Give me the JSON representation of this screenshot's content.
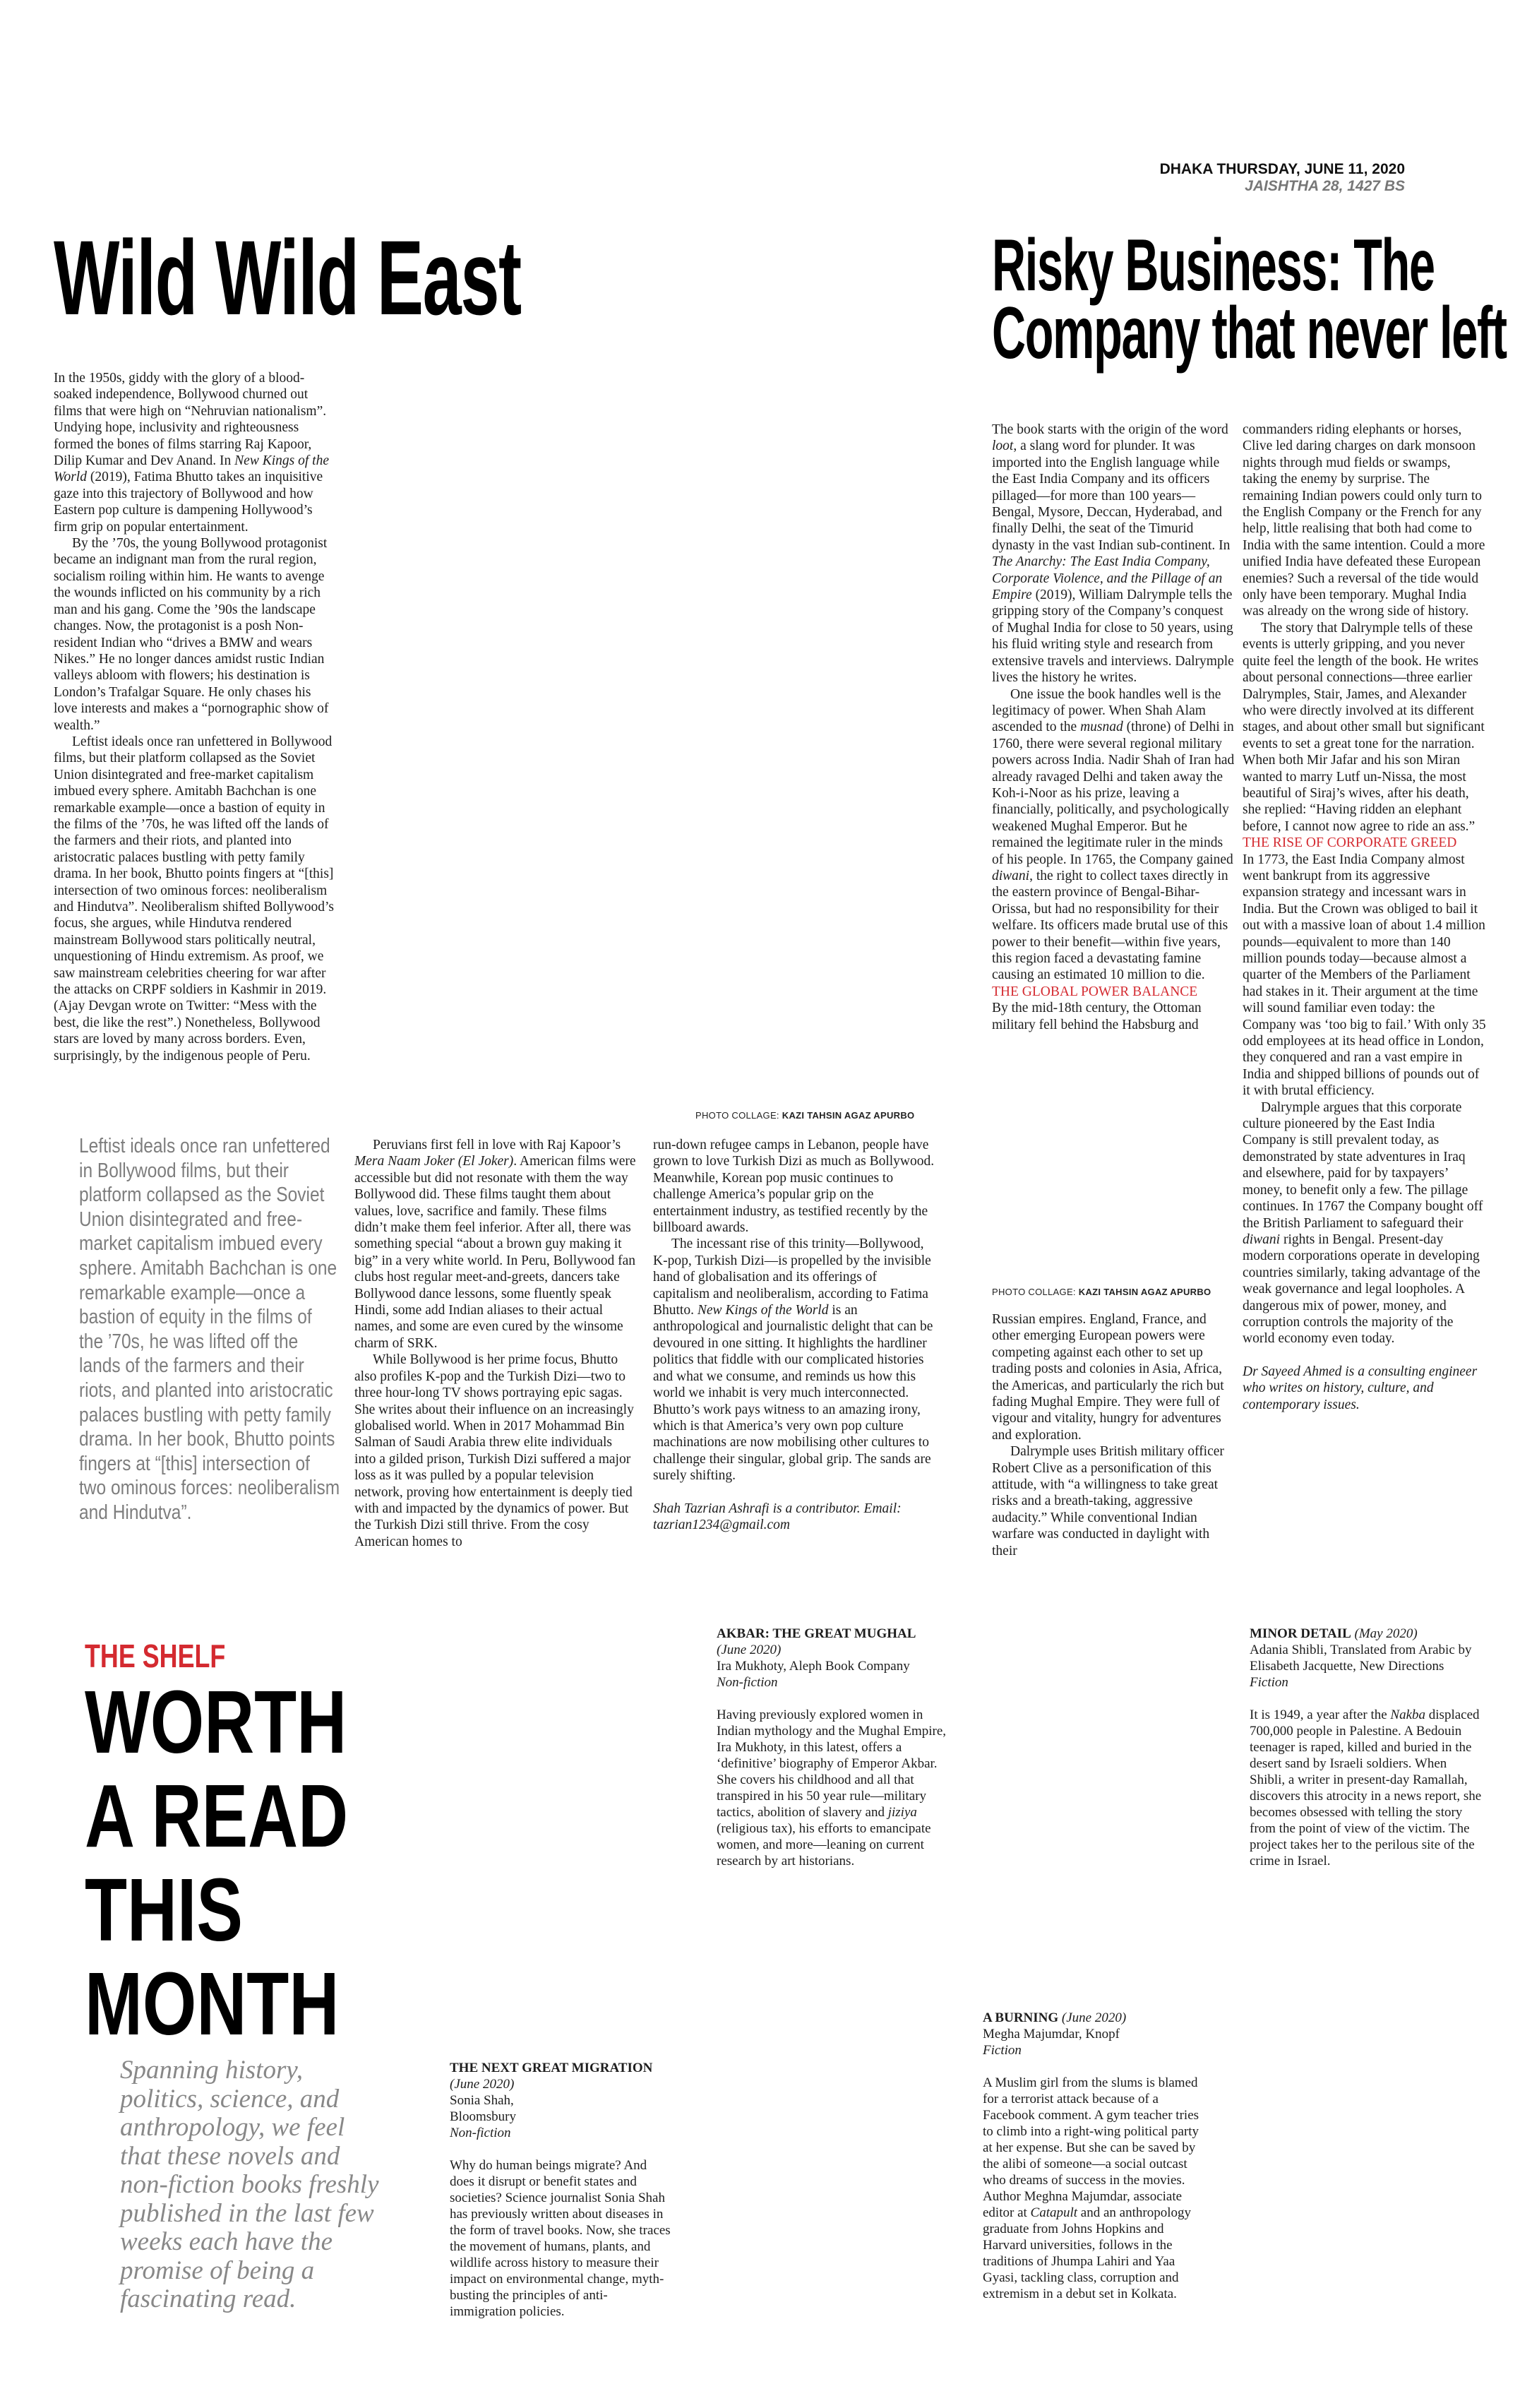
{
  "dateline": {
    "date": "DHAKA THURSDAY, JUNE 11, 2020",
    "bangla_date": "JAISHTHA 28, 1427 BS"
  },
  "article1": {
    "headline": "Wild Wild East",
    "column1": [
      "In the 1950s, giddy with the glory of a blood-soaked independence, Bollywood churned out films that were high on “Nehruvian nationalism”. Undying hope, inclusivity and righteousness formed the bones of films starring Raj Kapoor, Dilip Kumar and Dev Anand. In _New Kings of the World_ (2019), Fatima Bhutto takes an inquisitive gaze into this trajectory of Bollywood and how Eastern pop culture is dampening Hollywood’s firm grip on popular entertainment.",
      "By the ’70s, the young Bollywood protagonist became an indignant man from the rural region, socialism roiling within him. He wants to avenge the wounds inflicted on his community by a rich man and his gang. Come the ’90s the landscape changes. Now, the protagonist is a posh Non-resident Indian who “drives a BMW and wears Nikes.” He no longer dances amidst rustic Indian valleys abloom with flowers; his destination is London’s Trafalgar Square. He only chases his love interests and makes a “pornographic show of wealth.”",
      "Leftist ideals once ran unfettered in Bollywood films, but their platform collapsed as the Soviet Union disintegrated and free-market capitalism imbued every sphere. Amitabh Bachchan is one remarkable example—once a bastion of equity in the films of the ’70s, he was lifted off the lands of the farmers and their riots, and planted into aristocratic palaces bustling with petty family drama. In her book, Bhutto points fingers at “[this] intersection of two ominous forces: neoliberalism and Hindutva”. Neoliberalism shifted Bollywood’s focus, she argues, while Hindutva rendered mainstream Bollywood stars politically neutral, unquestioning of Hindu extremism. As proof, we saw mainstream celebrities cheering for war after the attacks on CRPF soldiers in Kashmir in 2019. (Ajay Devgan wrote on Twitter: “Mess with the best, die like the rest”.) Nonetheless, Bollywood stars are loved by many across borders. Even, surprisingly, by the indigenous people of Peru."
    ],
    "photo_credit_label": "PHOTO COLLAGE: ",
    "photo_credit_name": "KAZI TAHSIN AGAZ APURBO",
    "pull_quote": "Leftist ideals once ran unfettered in Bollywood films, but their platform collapsed as the Soviet Union disintegrated and free-market capitalism imbued every sphere. Amitabh Bachchan is one remarkable example—once a bastion of equity in the films of the ’70s, he was lifted off the lands of the farmers and their riots, and planted into aristocratic palaces bustling with petty family drama. In her book, Bhutto points fingers at “[this] intersection of two ominous forces: neoliberalism and Hindutva”.",
    "column2": [
      "Peruvians first fell in love with Raj Kapoor’s _Mera Naam Joker (El Joker)_. American films were accessible but did not resonate with them the way Bollywood did. These films taught them about values, love, sacrifice and family. These films didn’t make them feel inferior. After all, there was something special “about a brown guy making it big” in a very white world. In Peru, Bollywood fan clubs host regular meet-and-greets, dancers take Bollywood dance lessons, some fluently speak Hindi, some add Indian aliases to their actual names, and some are even cured by the winsome charm of SRK.",
      "While Bollywood is her prime focus, Bhutto also profiles K-pop and the Turkish Dizi—two to three hour-long TV shows portraying epic sagas. She writes about their influence on an increasingly globalised world. When in 2017 Mohammad Bin Salman of Saudi Arabia threw elite individuals into a gilded prison, Turkish Dizi suffered a major loss as it was pulled by a popular television network, proving how entertainment is deeply tied with and impacted by the dynamics of power. But the Turkish Dizi still thrive. From the cosy American homes to"
    ],
    "column3": [
      "run-down refugee camps in Lebanon, people have grown to love Turkish Dizi as much as Bollywood. Meanwhile, Korean pop music continues to challenge America’s popular grip on the entertainment industry, as testified recently by the billboard awards.",
      "The incessant rise of this trinity—Bollywood, K-pop, Turkish Dizi—is propelled by the invisible hand of globalisation and its offerings of capitalism and neoliberalism, according to Fatima Bhutto. _New Kings of the World_ is an anthropological and journalistic delight that can be devoured in one sitting. It highlights the hardliner politics that fiddle with our complicated histories and what we consume, and reminds us how this world we inhabit is very much interconnected. Bhutto’s work pays witness to an amazing irony, which is that America’s very own pop culture machinations are now mobilising other cultures to challenge their singular, global grip. The sands are surely shifting."
    ],
    "bio": "Shah Tazrian Ashrafi is a contributor. Email: tazrian1234@gmail.com"
  },
  "article2": {
    "headline_line1": "Risky Business: The",
    "headline_line2": "Company that never left",
    "column1": [
      "The book starts with the origin of the word _loot_, a slang word for plunder. It was imported into the English language while the East India Company and its officers pillaged—for more than 100 years—Bengal, Mysore, Deccan, Hyderabad, and finally Delhi, the seat of the Timurid dynasty in the vast Indian sub-continent. In _The Anarchy: The East India Company, Corporate Violence, and the Pillage of an Empire_ (2019), William Dalrymple tells the gripping story of the Company’s conquest of Mughal India for close to 50 years, using his fluid writing style and research from extensive travels and interviews. Dalrymple lives the history he writes.",
      "One issue the book handles well is the legitimacy of power. When Shah Alam ascended to the _musnad_ (throne) of Delhi in 1760, there were several regional military powers across India. Nadir Shah of Iran had already ravaged Delhi and taken away the Koh-i-Noor as his prize, leaving a financially, politically, and psychologically weakened Mughal Emperor. But he remained the legitimate ruler in the minds of his people. In 1765, the Company gained _diwani_, the right to collect taxes directly in the eastern province of Bengal-Bihar-Orissa, but had no responsibility for their welfare. Its officers made brutal use of this power to their benefit—within five years, this region faced a devastating famine causing an estimated 10 million to die."
    ],
    "subhead1": "THE GLOBAL POWER BALANCE",
    "column1_after": "By the mid-18th century, the Ottoman military fell behind the Habsburg and",
    "photo_credit_label": "PHOTO COLLAGE: ",
    "photo_credit_name": "KAZI TAHSIN AGAZ APURBO",
    "column1_bottom": [
      "Russian empires. England, France, and other emerging European powers were competing against each other to set up trading posts and colonies in Asia, Africa, the Americas, and particularly the rich but fading Mughal Empire. They were full of vigour and vitality, hungry for adventures and exploration.",
      "Dalrymple uses British military officer Robert Clive as a personification of this attitude, with “a willingness to take great risks and a breath-taking, aggressive audacity.” While conventional Indian warfare was conducted in daylight with their"
    ],
    "column2": [
      "commanders riding elephants or horses, Clive led daring charges on dark monsoon nights through mud fields or swamps, taking the enemy by surprise. The remaining Indian powers could only turn to the English Company or the French for any help, little realising that both had come to India with the same intention. Could a more unified India have defeated these European enemies? Such a reversal of the tide would only have been temporary. Mughal India was already on the wrong side of history.",
      "The story that Dalrymple tells of these events is utterly gripping, and you never quite feel the length of the book. He writes about personal connections—three earlier Dalrymples, Stair, James, and Alexander who were directly involved at its different stages, and about other small but significant events to set a great tone for the narration. When both Mir Jafar and his son Miran wanted to marry Lutf un-Nissa, the most beautiful of Siraj’s wives, after his death, she replied: “Having ridden an elephant before, I cannot now agree to ride an ass.”"
    ],
    "subhead2": "THE RISE OF CORPORATE GREED",
    "column2_after": [
      "In 1773, the East India Company almost went bankrupt from its aggressive expansion strategy and incessant wars in India. But the Crown was obliged to bail it out with a massive loan of about 1.4 million pounds—equivalent to more than 140 million pounds today—because almost a quarter of the Members of the Parliament had stakes in it. Their argument at the time will sound familiar even today: the Company was ‘too big to fail.’ With only 35 odd employees at its head office in London, they conquered and ran a vast empire in India and shipped billions of pounds out of it with brutal efficiency.",
      "Dalrymple argues that this corporate culture pioneered by the East India Company is still prevalent today, as demonstrated by state adventures in Iraq and elsewhere, paid for by taxpayers’ money, to benefit only a few. The pillage continues. In 1767 the Company bought off the British Parliament to safeguard their _diwani_ rights in Bengal. Present-day modern corporations operate in developing countries similarly, taking advantage of the weak governance and legal loopholes. A dangerous mix of power, money, and corruption controls the majority of the world economy even today."
    ],
    "bio": "Dr Sayeed Ahmed is a consulting engineer who writes on history, culture, and contemporary issues."
  },
  "shelf": {
    "kicker": "THE SHELF",
    "title_lines": [
      "WORTH",
      "A READ",
      "THIS",
      "MONTH"
    ],
    "intro": "Spanning history, politics, science, and anthropology, we feel that these novels and non-fiction books freshly published in the last few weeks each have the promise of being a fascinating read.",
    "books": [
      {
        "title": "AKBAR: THE GREAT MUGHAL",
        "date": "(June 2020)",
        "author": "Ira Mukhoty, Aleph Book Company",
        "genre": "Non-fiction",
        "description": "Having previously explored women in Indian mythology and the Mughal Empire, Ira Mukhoty, in this latest, offers a ‘definitive’ biography of Emperor Akbar. She covers his childhood and all that transpired in his 50 year rule—military tactics, abolition of slavery and _jiziya_ (religious tax), his efforts to emancipate women, and more—leaning on current research by art historians."
      },
      {
        "title": "MINOR DETAIL",
        "date": "(May 2020)",
        "author": "Adania Shibli, Translated from Arabic by Elisabeth Jacquette, New Directions",
        "genre": "Fiction",
        "description": "It is 1949, a year after the _Nakba_ displaced 700,000 people in Palestine. A Bedouin teenager is raped, killed and buried in the desert sand by Israeli soldiers. When Shibli, a writer in present-day Ramallah, discovers this atrocity in a news report, she becomes obsessed with telling the story from the point of view of the victim. The project takes her to the perilous site of the crime in Israel."
      },
      {
        "title": "THE NEXT GREAT MIGRATION",
        "date": "(June 2020)",
        "author": "Sonia Shah, Bloomsbury",
        "genre": "Non-fiction",
        "description": "Why do human beings migrate? And does it disrupt or benefit states and societies? Science journalist Sonia Shah has previously written about diseases in the form of travel books. Now, she traces the movement of humans, plants, and wildlife across history to measure their impact on environmental change, myth-busting the principles of anti-immigration policies."
      },
      {
        "title": "A BURNING",
        "date": "(June 2020)",
        "author": "Megha Majumdar, Knopf",
        "genre": "Fiction",
        "description": "A Muslim girl from the slums is blamed for a terrorist attack because of a Facebook comment. A gym teacher tries to climb into a right-wing political party at her expense. But she can be saved by the alibi of someone—a social outcast who dreams of success in the movies.  Author Meghna Majumdar, associate editor at _Catapult_ and an anthropology graduate from Johns Hopkins and Harvard universities, follows in the traditions of Jhumpa Lahiri and Yaa Gyasi, tackling class, corruption and extremism in a debut set in Kolkata."
      }
    ]
  },
  "colors": {
    "accent_red": "#d42a30",
    "pull_quote_gray": "#7d7d7d"
  }
}
